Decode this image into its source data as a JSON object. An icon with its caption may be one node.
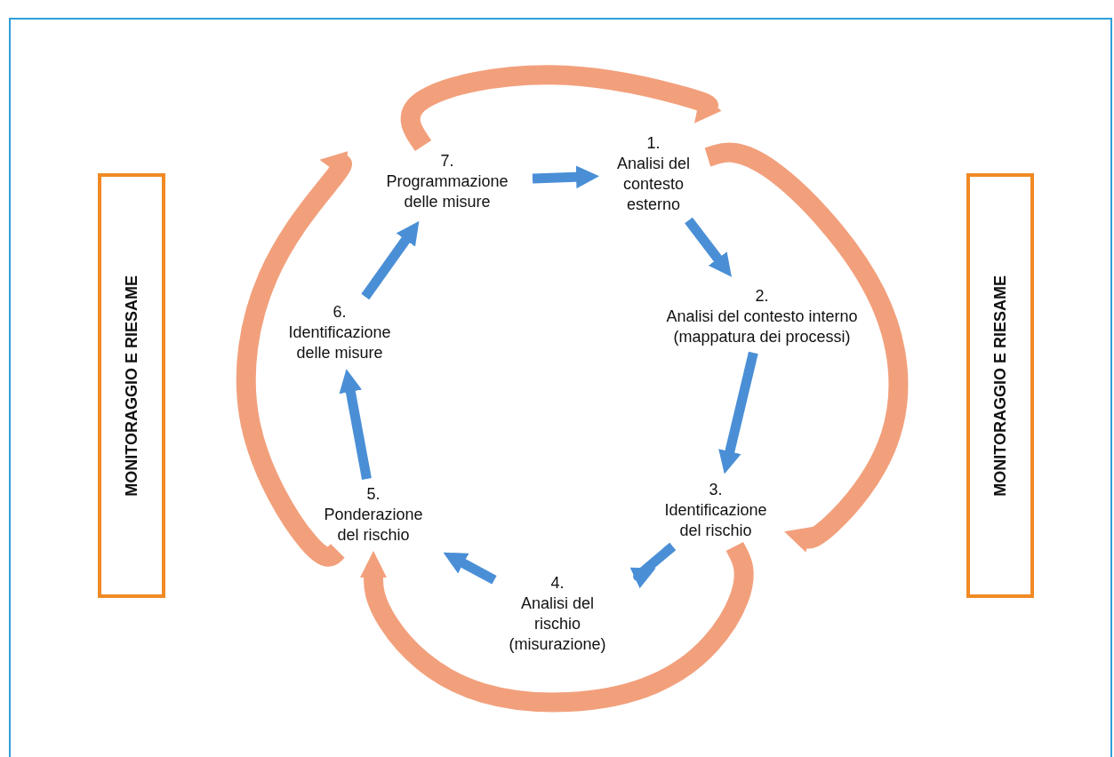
{
  "diagram": {
    "nodes": [
      {
        "text": [
          "1.",
          "Analisi del contesto esterno"
        ]
      },
      {
        "text": [
          "2.",
          "Analisi del contesto interno (mappatura dei processi)"
        ]
      },
      {
        "text": [
          "3.",
          "Identificazione del rischio"
        ]
      },
      {
        "text": [
          "4.",
          "Analisi del rischio (misurazione)"
        ]
      },
      {
        "text": [
          "5.",
          "Ponderazione del rischio"
        ]
      },
      {
        "text": [
          "6.",
          "Identificazione delle misure"
        ]
      },
      {
        "text": [
          "7.",
          "Programmazione delle misure"
        ]
      },
      {
        "text": [
          "MONITORAGGIO E RIESAME"
        ]
      },
      {
        "text": [
          "MONITORAGGIO E RIESAME"
        ]
      }
    ],
    "edges": [
      {
        "from": 6,
        "to": 0,
        "arrow": "to"
      },
      {
        "from": 0,
        "to": 1,
        "arrow": "to"
      },
      {
        "from": 1,
        "to": 2,
        "arrow": "to"
      },
      {
        "from": 2,
        "to": 3,
        "arrow": "to"
      },
      {
        "from": 3,
        "to": 4,
        "arrow": "to"
      },
      {
        "from": 4,
        "to": 5,
        "arrow": "to"
      },
      {
        "from": 5,
        "to": 6,
        "arrow": "to"
      },
      {
        "from": 6,
        "to": 0,
        "arrow": "to",
        "style": "thick",
        "color": "#f2a07c"
      },
      {
        "from": 0,
        "to": 2,
        "arrow": "to",
        "style": "thick",
        "color": "#f2a07c"
      },
      {
        "from": 2,
        "to": 4,
        "arrow": "to",
        "style": "thick",
        "color": "#f2a07c"
      },
      {
        "from": 4,
        "to": 6,
        "arrow": "to",
        "style": "thick",
        "color": "#f2a07c"
      }
    ]
  }
}
